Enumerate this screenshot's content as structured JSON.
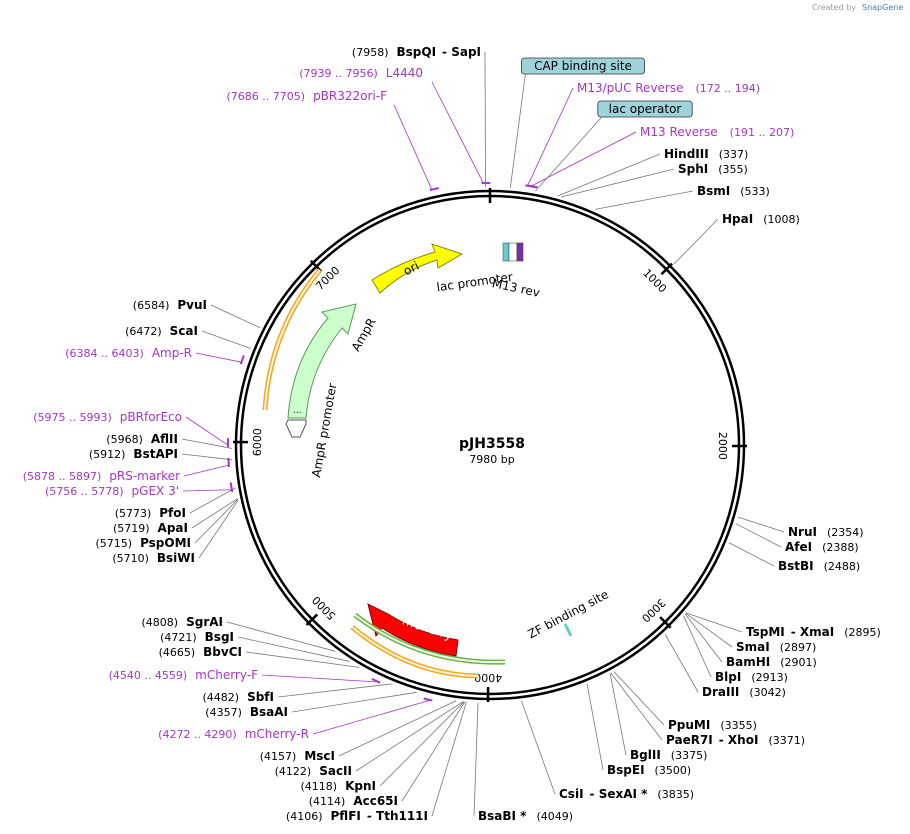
{
  "credit": {
    "prefix": "Created by",
    "brand": "SnapGene"
  },
  "plasmid": {
    "name": "pJH3558",
    "size": "7980 bp",
    "length": 7980
  },
  "ticks": [
    {
      "pos": 1000,
      "label": "1000"
    },
    {
      "pos": 2000,
      "label": "2000"
    },
    {
      "pos": 3000,
      "label": "3000"
    },
    {
      "pos": 4000,
      "label": "4000"
    },
    {
      "pos": 5000,
      "label": "5000"
    },
    {
      "pos": 6000,
      "label": "6000"
    },
    {
      "pos": 7000,
      "label": "7000"
    }
  ],
  "enzymes": [
    {
      "id": "bspqi",
      "pos": 7958,
      "name": "BspQI",
      "name2": "SapI",
      "posLabel": "(7958)",
      "side": "left"
    },
    {
      "id": "hindiii",
      "pos": 337,
      "name": "HindIII",
      "posLabel": "(337)",
      "side": "right"
    },
    {
      "id": "sphi",
      "pos": 355,
      "name": "SphI",
      "posLabel": "(355)",
      "side": "right"
    },
    {
      "id": "bsmi",
      "pos": 533,
      "name": "BsmI",
      "posLabel": "(533)",
      "side": "right"
    },
    {
      "id": "hpai",
      "pos": 1008,
      "name": "HpaI",
      "posLabel": "(1008)",
      "side": "right"
    },
    {
      "id": "nrui",
      "pos": 2354,
      "name": "NruI",
      "posLabel": "(2354)",
      "side": "right"
    },
    {
      "id": "afei",
      "pos": 2388,
      "name": "AfeI",
      "posLabel": "(2388)",
      "side": "right"
    },
    {
      "id": "bstbi",
      "pos": 2488,
      "name": "BstBI",
      "posLabel": "(2488)",
      "side": "right"
    },
    {
      "id": "tspmi",
      "pos": 2895,
      "name": "TspMI",
      "name2": "XmaI",
      "posLabel": "(2895)",
      "side": "right"
    },
    {
      "id": "smai",
      "pos": 2897,
      "name": "SmaI",
      "posLabel": "(2897)",
      "side": "right"
    },
    {
      "id": "bamhi",
      "pos": 2901,
      "name": "BamHI",
      "posLabel": "(2901)",
      "side": "right"
    },
    {
      "id": "blpi",
      "pos": 2913,
      "name": "BlpI",
      "posLabel": "(2913)",
      "side": "right"
    },
    {
      "id": "draiii",
      "pos": 3042,
      "name": "DraIII",
      "posLabel": "(3042)",
      "side": "right"
    },
    {
      "id": "ppumi",
      "pos": 3355,
      "name": "PpuMI",
      "posLabel": "(3355)",
      "side": "right"
    },
    {
      "id": "paer7i",
      "pos": 3371,
      "name": "PaeR7I",
      "name2": "XhoI",
      "posLabel": "(3371)",
      "side": "right"
    },
    {
      "id": "bglii",
      "pos": 3375,
      "name": "BglII",
      "posLabel": "(3375)",
      "side": "right"
    },
    {
      "id": "bspei",
      "pos": 3500,
      "name": "BspEI",
      "posLabel": "(3500)",
      "side": "right"
    },
    {
      "id": "csii",
      "pos": 3835,
      "name": "CsiI",
      "name2": "SexAI *",
      "posLabel": "(3835)",
      "side": "right"
    },
    {
      "id": "bsabi",
      "pos": 4049,
      "name": "BsaBI *",
      "posLabel": "(4049)",
      "side": "right"
    },
    {
      "id": "pflfi",
      "pos": 4106,
      "name": "PflFI",
      "name2": "Tth111I",
      "posLabel": "(4106)",
      "side": "left"
    },
    {
      "id": "acc65i",
      "pos": 4114,
      "name": "Acc65I",
      "posLabel": "(4114)",
      "side": "left"
    },
    {
      "id": "kpni",
      "pos": 4118,
      "name": "KpnI",
      "posLabel": "(4118)",
      "side": "left"
    },
    {
      "id": "sacii",
      "pos": 4122,
      "name": "SacII",
      "posLabel": "(4122)",
      "side": "left"
    },
    {
      "id": "msci",
      "pos": 4157,
      "name": "MscI",
      "posLabel": "(4157)",
      "side": "left"
    },
    {
      "id": "bsaai",
      "pos": 4357,
      "name": "BsaAI",
      "posLabel": "(4357)",
      "side": "left"
    },
    {
      "id": "sbfi",
      "pos": 4482,
      "name": "SbfI",
      "posLabel": "(4482)",
      "side": "left"
    },
    {
      "id": "bbvci",
      "pos": 4665,
      "name": "BbvCI",
      "posLabel": "(4665)",
      "side": "left"
    },
    {
      "id": "bsgi",
      "pos": 4721,
      "name": "BsgI",
      "posLabel": "(4721)",
      "side": "left"
    },
    {
      "id": "sgrai",
      "pos": 4808,
      "name": "SgrAI",
      "posLabel": "(4808)",
      "side": "left"
    },
    {
      "id": "bsiwi",
      "pos": 5710,
      "name": "BsiWI",
      "posLabel": "(5710)",
      "side": "left"
    },
    {
      "id": "pspomi",
      "pos": 5715,
      "name": "PspOMI",
      "posLabel": "(5715)",
      "side": "left"
    },
    {
      "id": "apai",
      "pos": 5719,
      "name": "ApaI",
      "posLabel": "(5719)",
      "side": "left"
    },
    {
      "id": "pfoi",
      "pos": 5773,
      "name": "PfoI",
      "posLabel": "(5773)",
      "side": "left"
    },
    {
      "id": "bstapi",
      "pos": 5912,
      "name": "BstAPI",
      "posLabel": "(5912)",
      "side": "left"
    },
    {
      "id": "aflii",
      "pos": 5968,
      "name": "AflII",
      "posLabel": "(5968)",
      "side": "left"
    },
    {
      "id": "scai",
      "pos": 6472,
      "name": "ScaI",
      "posLabel": "(6472)",
      "side": "left"
    },
    {
      "id": "pvui",
      "pos": 6584,
      "name": "PvuI",
      "posLabel": "(6584)",
      "side": "left"
    }
  ],
  "primers": [
    {
      "id": "l4440",
      "start": 7939,
      "end": 7956,
      "name": "L4440",
      "range": "(7939 .. 7956)",
      "side": "left"
    },
    {
      "id": "pbr322ori",
      "start": 7686,
      "end": 7705,
      "name": "pBR322ori-F",
      "range": "(7686 .. 7705)",
      "side": "left"
    },
    {
      "id": "m13puc",
      "start": 172,
      "end": 194,
      "name": "M13/pUC Reverse",
      "range": "(172 .. 194)",
      "side": "right"
    },
    {
      "id": "m13rev",
      "start": 191,
      "end": 207,
      "name": "M13 Reverse",
      "range": "(191 .. 207)",
      "side": "right"
    },
    {
      "id": "mcherryf",
      "start": 4540,
      "end": 4559,
      "name": "mCherry-F",
      "range": "(4540 .. 4559)",
      "side": "left"
    },
    {
      "id": "mcherryr",
      "start": 4272,
      "end": 4290,
      "name": "mCherry-R",
      "range": "(4272 .. 4290)",
      "side": "left"
    },
    {
      "id": "ampr",
      "start": 6384,
      "end": 6403,
      "name": "Amp-R",
      "range": "(6384 .. 6403)",
      "side": "left"
    },
    {
      "id": "pbrforeco",
      "start": 5975,
      "end": 5993,
      "name": "pBRforEco",
      "range": "(5975 .. 5993)",
      "side": "left"
    },
    {
      "id": "prsmarker",
      "start": 5878,
      "end": 5897,
      "name": "pRS-marker",
      "range": "(5878 .. 5897)",
      "side": "left"
    },
    {
      "id": "pgex3",
      "start": 5756,
      "end": 5778,
      "name": "pGEX 3'",
      "range": "(5756 .. 5778)",
      "side": "left"
    }
  ],
  "boxed_features": [
    {
      "id": "cap",
      "pos": 100,
      "name": "CAP binding site",
      "fill": "#9fd3dc"
    },
    {
      "id": "lacop",
      "pos": 225,
      "name": "lac operator",
      "fill": "#9fd3dc"
    }
  ],
  "features": [
    {
      "id": "ori",
      "name": "ori",
      "fill": "#ffff00",
      "stroke": "#8a8a00"
    },
    {
      "id": "ampr-gene",
      "name": "AmpR",
      "fill": "#ccffcc",
      "stroke": "#5a9a5a"
    },
    {
      "id": "ampr-promoter",
      "name": "AmpR promoter",
      "fill": "#ffffff",
      "stroke": "#555555"
    },
    {
      "id": "mcherry",
      "name": "mCherry",
      "fill": "#ff0000",
      "stroke": "#800000"
    },
    {
      "id": "lac-promoter",
      "name": "lac promoter"
    },
    {
      "id": "m13rev-feature",
      "name": "M13 rev"
    },
    {
      "id": "zf-binding",
      "name": "ZF binding site",
      "fill": "#66cccc"
    }
  ],
  "colors": {
    "primer": "#a733c9",
    "backbone": "#000000",
    "orange_primer_arc": "#f5a623",
    "green_primer_arc": "#6ab04c"
  }
}
